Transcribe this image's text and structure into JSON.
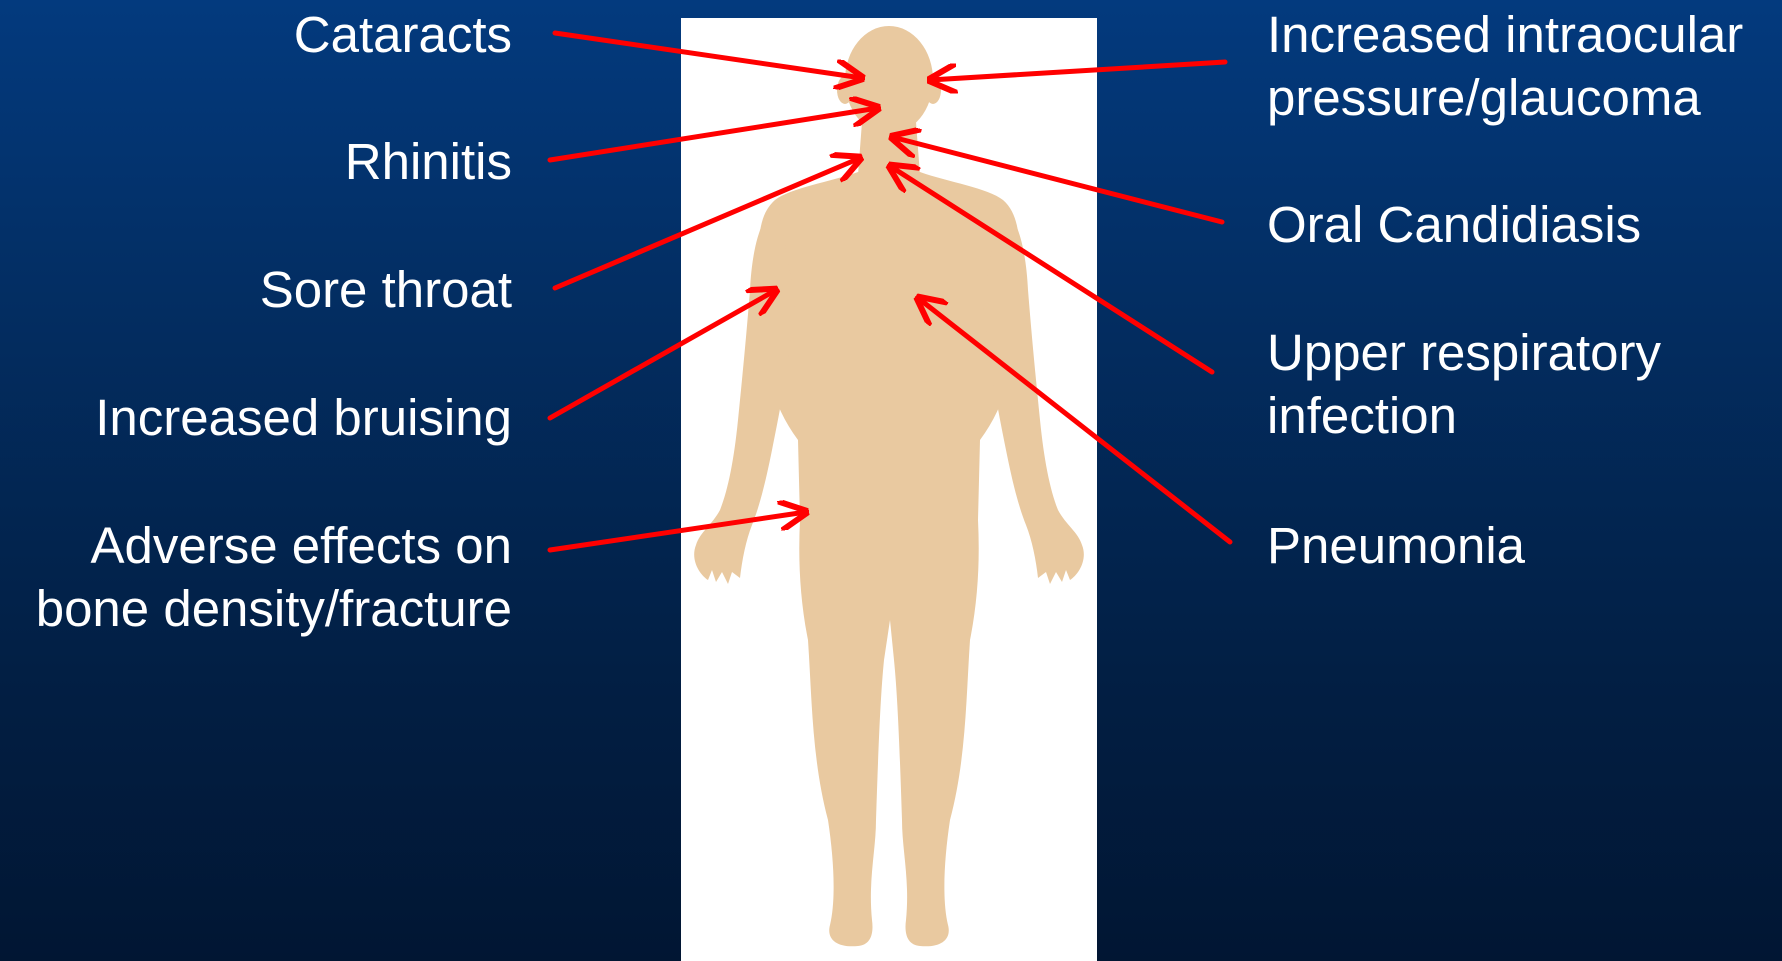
{
  "labels_left": [
    {
      "id": "cataracts",
      "lines": [
        "Cataracts"
      ]
    },
    {
      "id": "rhinitis",
      "lines": [
        "Rhinitis"
      ]
    },
    {
      "id": "sore-throat",
      "lines": [
        "Sore throat"
      ]
    },
    {
      "id": "increased-bruising",
      "lines": [
        "Increased bruising"
      ]
    },
    {
      "id": "bone-density",
      "lines": [
        "Adverse effects on",
        "bone density/fracture"
      ]
    }
  ],
  "labels_right": [
    {
      "id": "glaucoma",
      "lines": [
        "Increased intraocular",
        "pressure/glaucoma"
      ]
    },
    {
      "id": "oral-candidiasis",
      "lines": [
        "Oral Candidiasis"
      ]
    },
    {
      "id": "upper-respiratory-infection",
      "lines": [
        "Upper respiratory",
        "infection"
      ]
    },
    {
      "id": "pneumonia",
      "lines": [
        "Pneumonia"
      ]
    }
  ],
  "colors": {
    "background_top": "#033a7e",
    "background_bottom": "#011633",
    "panel": "#ffffff",
    "body_silhouette": "#e9c9a0",
    "arrow": "#ff0000",
    "text": "#ffffff"
  }
}
